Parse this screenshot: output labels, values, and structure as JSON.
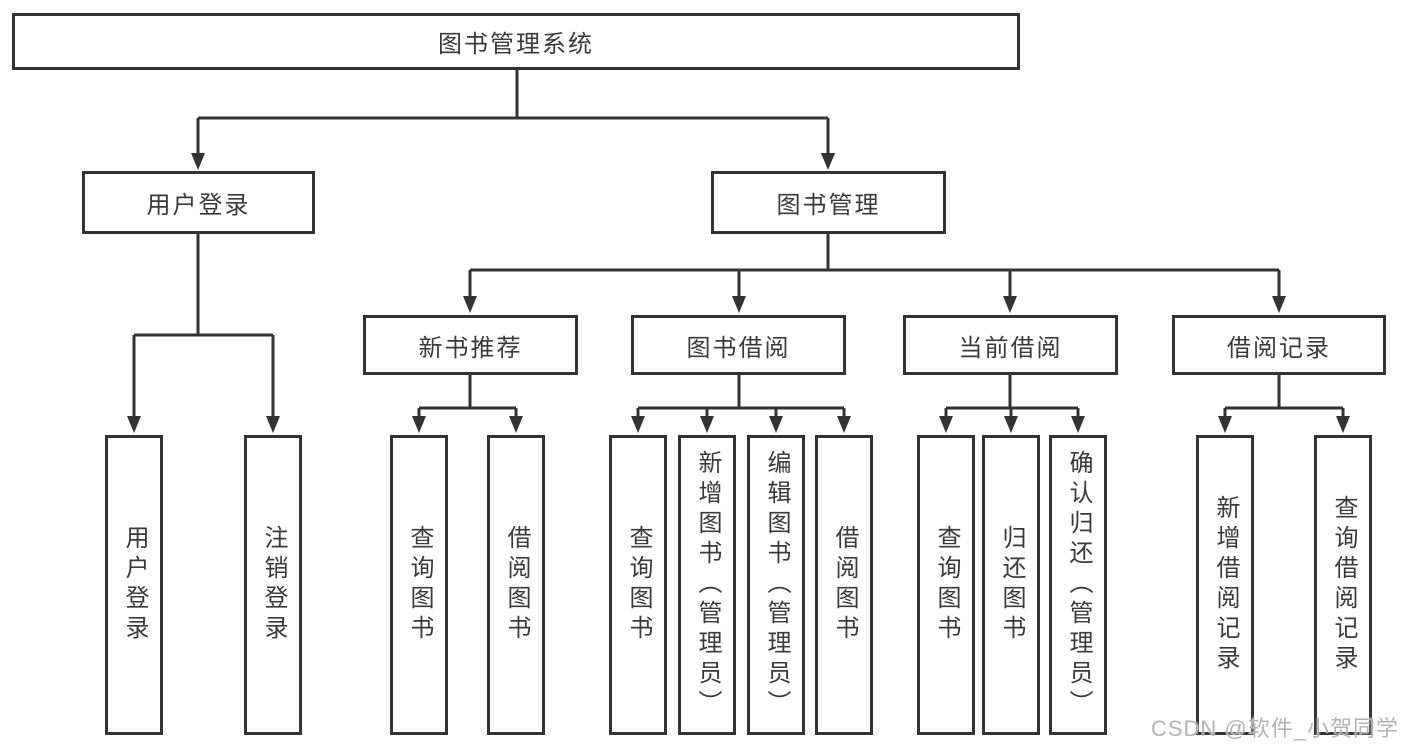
{
  "diagram": {
    "root_label": "图书管理系统",
    "watermark": "CSDN @软件_小贺同学",
    "colors": {
      "line": "#333333",
      "text": "#3a3a3a",
      "background": "#ffffff",
      "watermark": "#b3b3b3"
    },
    "branches": [
      {
        "label": "用户登录",
        "children": [
          "用户登录",
          "注销登录"
        ]
      },
      {
        "label": "图书管理",
        "groups": [
          {
            "label": "新书推荐",
            "children": [
              "查询图书",
              "借阅图书"
            ]
          },
          {
            "label": "图书借阅",
            "children": [
              "查询图书",
              "新增图书（管理员）",
              "编辑图书（管理员）",
              "借阅图书"
            ]
          },
          {
            "label": "当前借阅",
            "children": [
              "查询图书",
              "归还图书",
              "确认归还（管理员）"
            ]
          },
          {
            "label": "借阅记录",
            "children": [
              "新增借阅记录",
              "查询借阅记录"
            ]
          }
        ]
      }
    ]
  }
}
